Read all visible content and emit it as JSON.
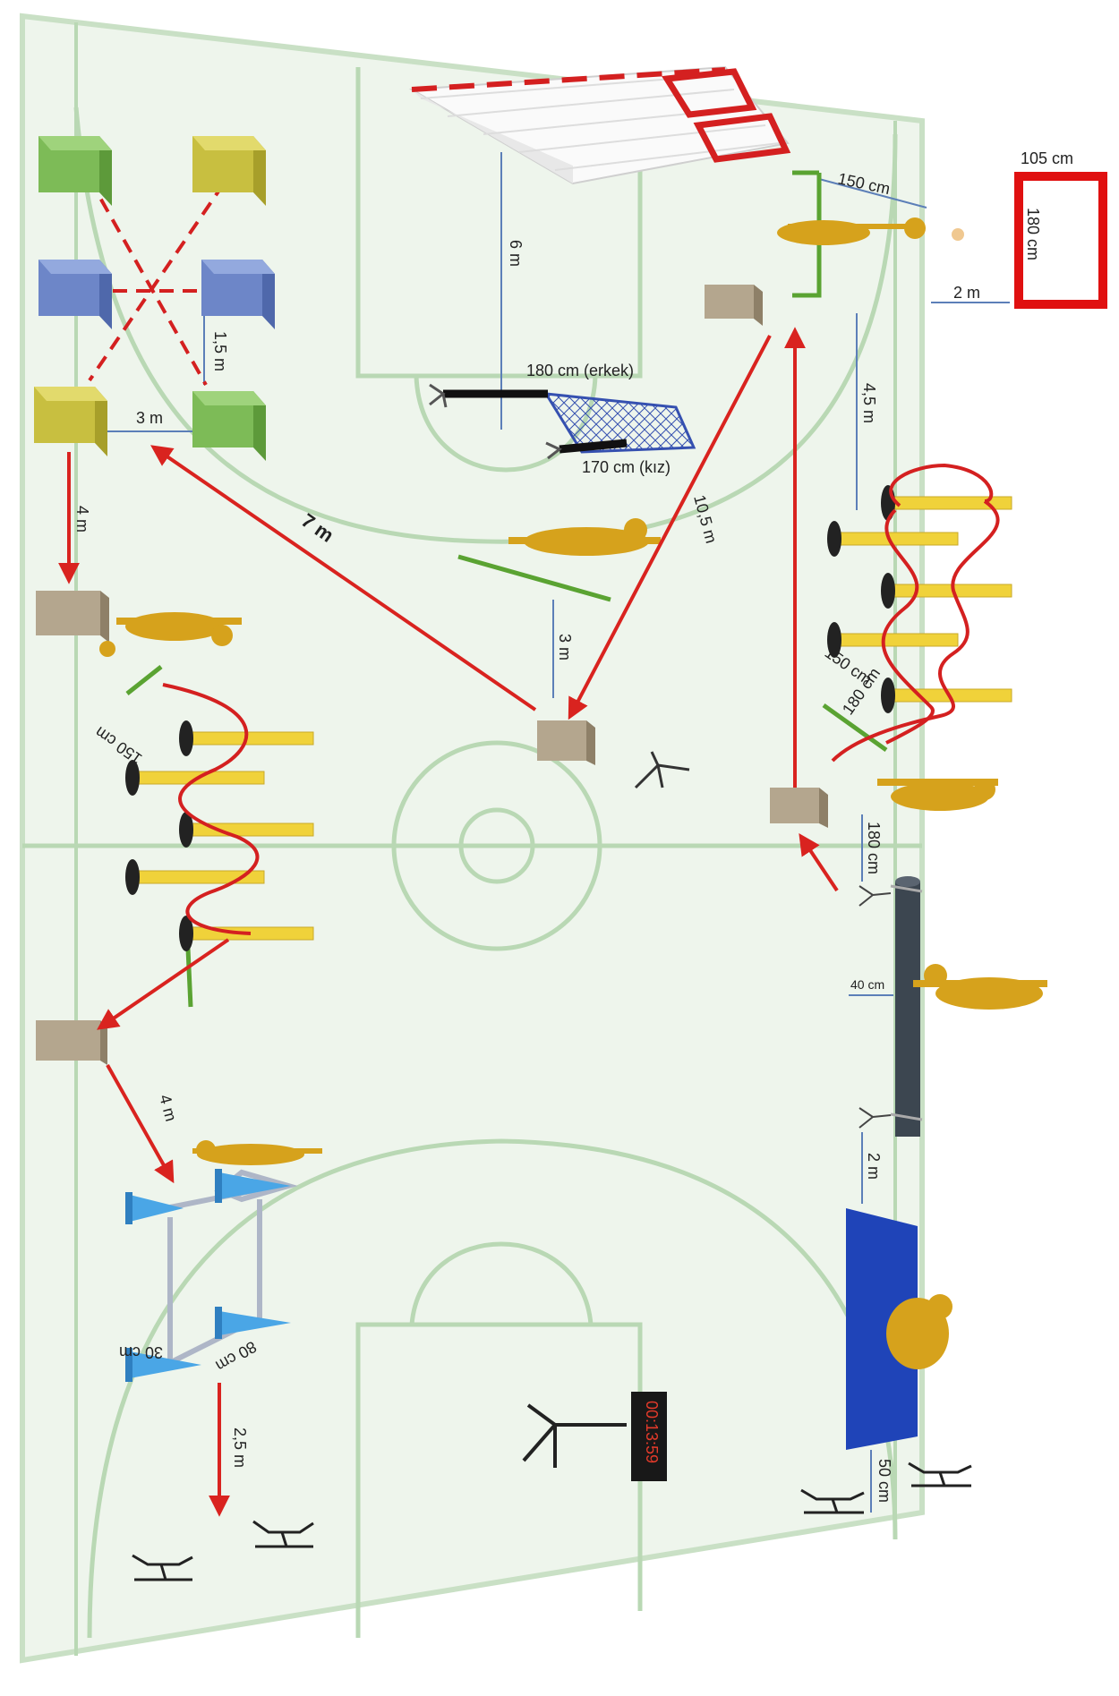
{
  "colors": {
    "court_fill": "#eef5ec",
    "court_line": "#b9d8b4",
    "route": "#d9231f",
    "measure": "#5c7fb8",
    "figure": "#d6a21c",
    "pole": "#f0d23a",
    "mat": "#1f44b8",
    "mark": "#5aa332",
    "box": "#b4a68e",
    "pillar": "#3c4650"
  },
  "labels": {
    "cm105": "105 cm",
    "cm180_box": "180 cm",
    "cm150_top": "150 cm",
    "m6": "6 m",
    "m2_top": "2 m",
    "m15": "1,5 m",
    "m3_left": "3 m",
    "m4_top": "4 m",
    "erkek": "180 cm (erkek)",
    "kiz": "170 cm (kız)",
    "m45": "4,5 m",
    "m7": "7 m",
    "m105": "10,5 m",
    "m3_mid": "3 m",
    "cm150_left": "150 cm",
    "cm150_right": "150 cm",
    "cm180_right": "180 cm",
    "cm180_pillar": "180 cm",
    "cm40": "40 cm",
    "m2_bottom": "2 m",
    "m4_bottom": "4 m",
    "cm30": "30 cm",
    "cm80": "80 cm",
    "m25": "2,5 m",
    "cm50": "50 cm",
    "timer": "00:13:59"
  }
}
